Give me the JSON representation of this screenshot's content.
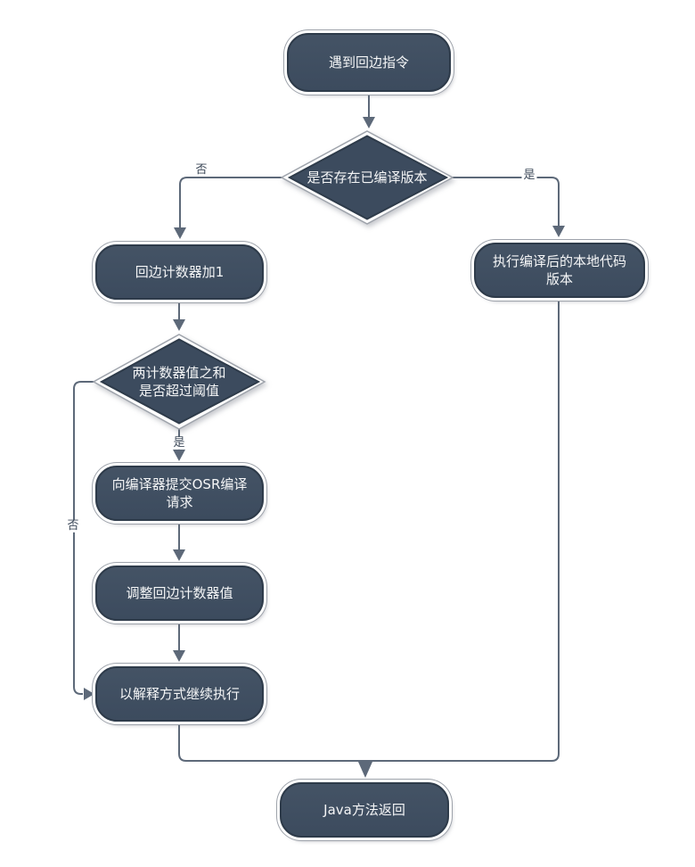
{
  "diagram": {
    "nodes": {
      "start": {
        "lines": [
          "遇到回边指令"
        ]
      },
      "check_compiled": {
        "lines": [
          "是否存在已编译版本"
        ]
      },
      "increment_counter": {
        "lines": [
          "回边计数器加1"
        ]
      },
      "execute_native": {
        "lines": [
          "执行编译后的本地代码",
          "版本"
        ]
      },
      "check_threshold": {
        "lines": [
          "两计数器值之和",
          "是否超过阈值"
        ]
      },
      "submit_osr": {
        "lines": [
          "向编译器提交OSR编译",
          "请求"
        ]
      },
      "adjust_counter": {
        "lines": [
          "调整回边计数器值"
        ]
      },
      "continue_interpret": {
        "lines": [
          "以解释方式继续执行"
        ]
      },
      "java_return": {
        "lines": [
          "Java方法返回"
        ]
      }
    },
    "edge_labels": {
      "compiled_no": "否",
      "compiled_yes": "是",
      "threshold_yes": "是",
      "threshold_no": "否"
    },
    "colors": {
      "node_fill": "#3C4B5E",
      "node_fill_top": "#445365",
      "node_border": "#2E3B4A",
      "ring_outer": "#9EA3AB",
      "connector": "#5D6979",
      "edge_label": "#3E4A5A",
      "node_text": "#F5F6F7",
      "background": "#FFFFFF"
    }
  }
}
